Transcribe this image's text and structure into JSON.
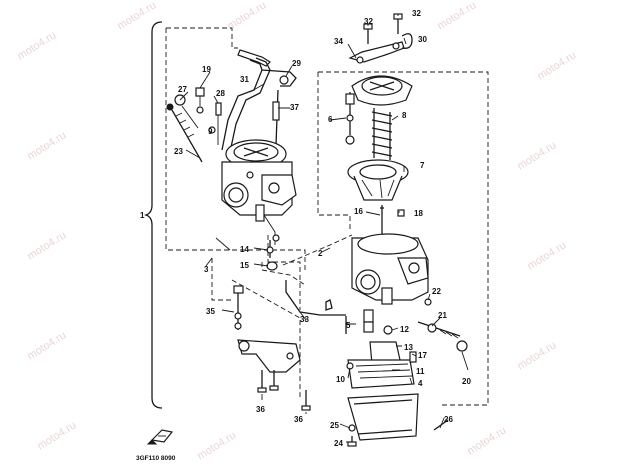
{
  "diagram": {
    "code": "3GF110 8090",
    "watermark": "moto4.ru",
    "group_label": "1"
  },
  "callouts": [
    {
      "id": "c2",
      "text": "2"
    },
    {
      "id": "c3",
      "text": "3"
    },
    {
      "id": "c4",
      "text": "4"
    },
    {
      "id": "c5",
      "text": "5"
    },
    {
      "id": "c6",
      "text": "6"
    },
    {
      "id": "c7",
      "text": "7"
    },
    {
      "id": "c8",
      "text": "8"
    },
    {
      "id": "c9",
      "text": "9"
    },
    {
      "id": "c10",
      "text": "10"
    },
    {
      "id": "c11",
      "text": "11"
    },
    {
      "id": "c12",
      "text": "12"
    },
    {
      "id": "c13",
      "text": "13"
    },
    {
      "id": "c14",
      "text": "14"
    },
    {
      "id": "c15",
      "text": "15"
    },
    {
      "id": "c16",
      "text": "16"
    },
    {
      "id": "c17",
      "text": "17"
    },
    {
      "id": "c18",
      "text": "18"
    },
    {
      "id": "c19",
      "text": "19"
    },
    {
      "id": "c20",
      "text": "20"
    },
    {
      "id": "c21",
      "text": "21"
    },
    {
      "id": "c22",
      "text": "22"
    },
    {
      "id": "c23",
      "text": "23"
    },
    {
      "id": "c24",
      "text": "24"
    },
    {
      "id": "c25",
      "text": "25"
    },
    {
      "id": "c26",
      "text": "26"
    },
    {
      "id": "c27",
      "text": "27"
    },
    {
      "id": "c28",
      "text": "28"
    },
    {
      "id": "c29",
      "text": "29"
    },
    {
      "id": "c30",
      "text": "30"
    },
    {
      "id": "c31",
      "text": "31"
    },
    {
      "id": "c32a",
      "text": "32"
    },
    {
      "id": "c32b",
      "text": "32"
    },
    {
      "id": "c33",
      "text": "33"
    },
    {
      "id": "c34",
      "text": "34"
    },
    {
      "id": "c35",
      "text": "35"
    },
    {
      "id": "c36a",
      "text": "36"
    },
    {
      "id": "c36b",
      "text": "36"
    },
    {
      "id": "c37",
      "text": "37"
    }
  ]
}
